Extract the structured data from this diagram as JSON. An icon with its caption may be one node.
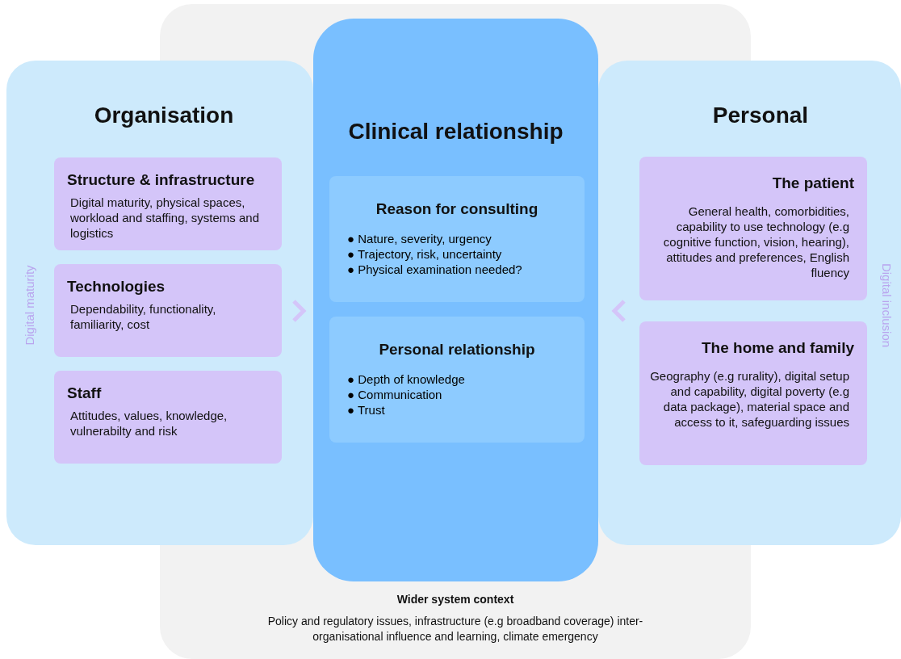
{
  "diagram": {
    "nodes": [
      {
        "text": [
          "Wider system context",
          "Policy and regulatory issues, infrastructure (e.g broadband coverage) inter-organisational influence and learning, climate emergency"
        ]
      },
      {
        "text": [
          "Organisation"
        ]
      },
      {
        "text": [
          "Structure & infrastructure",
          "Digital maturity, physical spaces, workload and staffing, systems and logistics"
        ],
        "in": 1
      },
      {
        "text": [
          "Technologies",
          "Dependability, functionality, familiarity, cost"
        ],
        "in": 1
      },
      {
        "text": [
          "Staff",
          "Attitudes, values, knowledge, vulnerabilty and risk"
        ],
        "in": 1
      },
      {
        "text": [
          "Clinical relationship"
        ],
        "in": 0
      },
      {
        "text": [
          "Reason for consulting",
          "● Nature, severity, urgency",
          "● Trajectory, risk, uncertainty",
          "● Physical examination needed?"
        ],
        "in": 5
      },
      {
        "text": [
          "Personal relationship",
          "● Depth of knowledge",
          "● Communication",
          "● Trust"
        ],
        "in": 5
      },
      {
        "text": [
          "Personal"
        ]
      },
      {
        "text": [
          "The patient",
          "General health, comorbidities, capability to use technology (e.g cognitive function, vision, hearing), attitudes and preferences, English fluency"
        ],
        "in": 8
      },
      {
        "text": [
          "The home and family",
          "Geography (e.g rurality), digital setup and capability, digital poverty (e.g data package), material space and access to it, safeguarding issues"
        ],
        "in": 8
      }
    ],
    "edges": [
      {
        "from": 1,
        "to": 5,
        "arrow": "to"
      },
      {
        "from": 8,
        "to": 5,
        "arrow": "to"
      }
    ],
    "labels": [
      "Digital maturity",
      "Digital inclusion"
    ]
  }
}
